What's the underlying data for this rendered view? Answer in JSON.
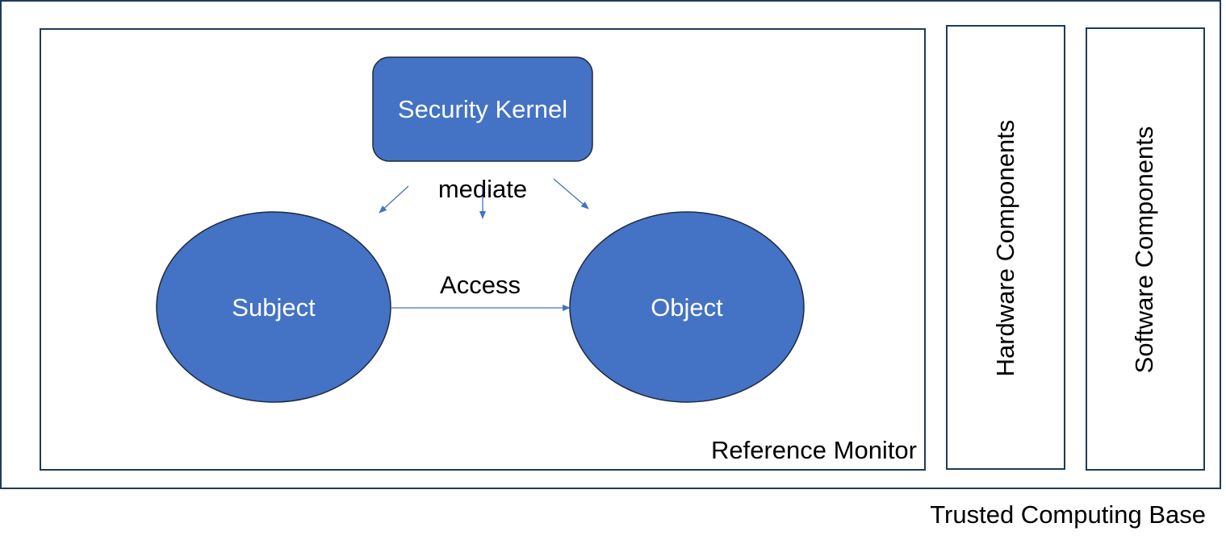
{
  "diagram": {
    "outer_label": "Trusted Computing Base",
    "reference_monitor_label": "Reference Monitor",
    "security_kernel_label": "Security Kernel",
    "mediate_label": "mediate",
    "subject_label": "Subject",
    "object_label": "Object",
    "access_label": "Access",
    "hardware_label": "Hardware Components",
    "software_label": "Software Components"
  },
  "colors": {
    "node_fill": "#4472c4",
    "node_text": "#ffffff",
    "boundary_stroke": "#1f3a5a",
    "arrow": "#4472c4"
  }
}
